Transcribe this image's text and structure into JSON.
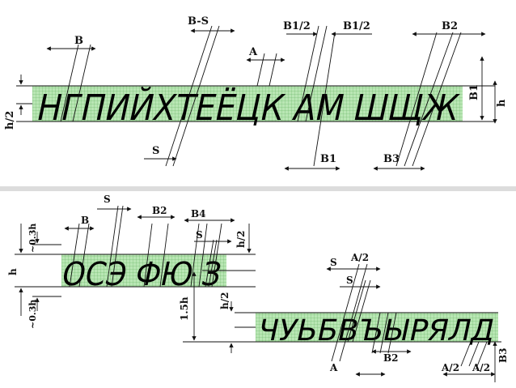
{
  "top": {
    "glyphs": "НГПИЙХТЕЁЦК АМ ШЩЖ",
    "labels": {
      "b": "B",
      "b_minus_s": "B-S",
      "b_half_1": "B1/2",
      "b_half_2": "B1/2",
      "b2": "B2",
      "a": "A",
      "s": "S",
      "b1_bottom": "B1",
      "b3": "B3",
      "b1_side": "B1",
      "h_side": "h",
      "h_half": "h/2"
    }
  },
  "bottom": {
    "glyphs_left": "ОСЭ ФЮ З",
    "glyphs_right": "ЧУЬБВЪЫРЯЛД",
    "labels": {
      "s_a": "S",
      "b": "B",
      "b2_top": "B2",
      "b4": "B4",
      "s_b": "S",
      "h_half_a": "h/2",
      "h": "h",
      "tilde_top": "~0.3h",
      "tilde_bottom": "~0.3h",
      "one_five_h": "1.5h",
      "h_half_b": "h/2",
      "s_c": "S",
      "a_half_top": "A/2",
      "s_d": "S",
      "b2_bottom": "B2",
      "a": "A",
      "a_half_1": "A/2",
      "a_half_2": "A/2",
      "b3": "B3"
    }
  },
  "colors": {
    "grid_fill": "#b9e6b4",
    "grid_line": "#5fae5a",
    "ink": "#111111",
    "separator": "#dcdcdc"
  }
}
